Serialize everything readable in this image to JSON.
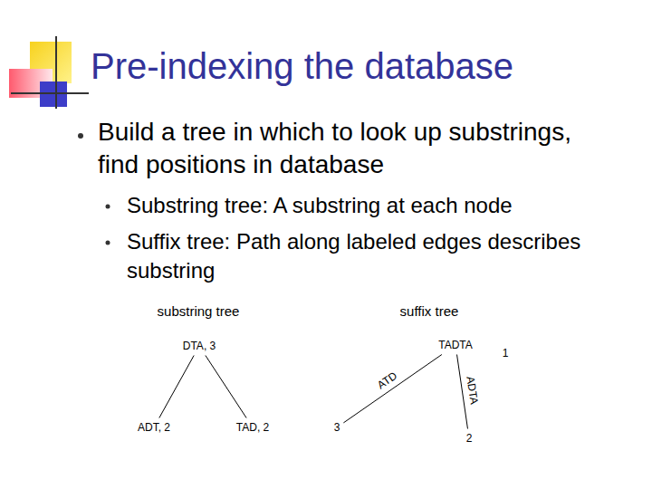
{
  "diagram": {
    "title": "Pre-indexing the database",
    "nodes": [
      {
        "text": [
          "DTA, 3"
        ]
      },
      {
        "text": [
          "ADT, 2"
        ]
      },
      {
        "text": [
          "TAD, 2"
        ]
      },
      {
        "text": [
          "TADTA"
        ]
      },
      {
        "text": [
          "3"
        ]
      },
      {
        "text": [
          "2"
        ]
      }
    ],
    "edges": [
      {
        "from": 0,
        "to": 1,
        "arrow": "none"
      },
      {
        "from": 0,
        "to": 2,
        "arrow": "none"
      },
      {
        "from": 3,
        "to": 4,
        "label": "ATD",
        "arrow": "none"
      },
      {
        "from": 3,
        "to": 5,
        "label": "ADTA",
        "arrow": "none"
      }
    ],
    "labels": [
      "Build a tree in which to look up substrings, find positions in database",
      "Substring tree: A substring at each node",
      "Suffix tree: Path along labeled edges describes substring",
      "substring tree",
      "suffix tree",
      "1"
    ]
  }
}
